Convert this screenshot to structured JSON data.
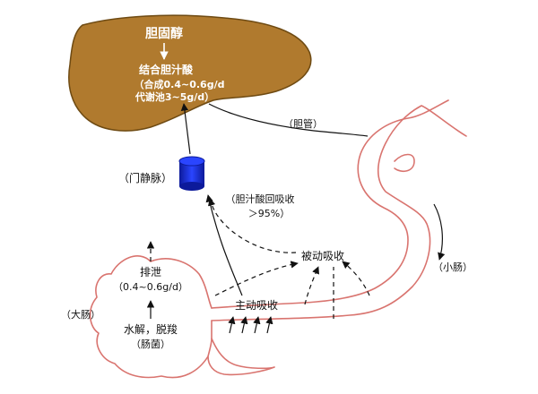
{
  "liver": {
    "title": "胆固醇",
    "conjugate": "结合胆汁酸",
    "synthesis": "（合成0.4~0.6g/d",
    "pool": "代谢池3~5g/d）"
  },
  "bile_duct": "（胆管）",
  "portal_vein": "（门静脉）",
  "reabsorb_line1": "（胆汁酸回吸收",
  "reabsorb_line2": "＞95%）",
  "passive": "被动吸收",
  "active": "主动吸收",
  "small_intestine": "（小肠）",
  "large_intestine": "（大肠）",
  "excretion": "排泄",
  "excretion_amount": "（0.4~0.6g/d）",
  "hydrolysis_line1": "水解，脱羧",
  "hydrolysis_line2": "（肠菌）",
  "colors": {
    "liver": "#b07a2e",
    "liver_edge": "#6e4a12",
    "intestine": "#d9746f",
    "vein": "#1a2fd6"
  }
}
